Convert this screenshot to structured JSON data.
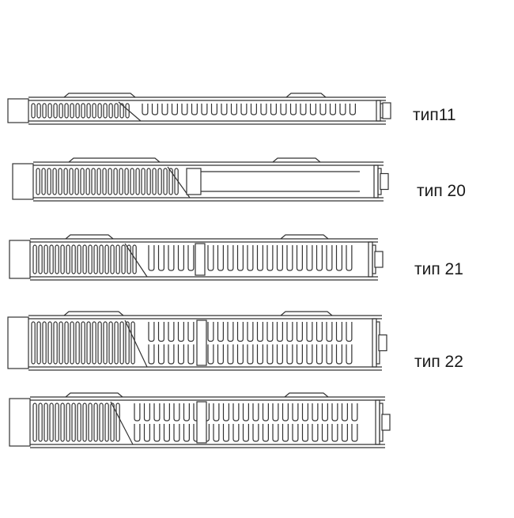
{
  "diagram": {
    "labels": {
      "type11": "тип11",
      "type20": "тип 20",
      "type21": "тип 21",
      "type22": "тип 22"
    },
    "stroke_color": "#333333",
    "fill_color": "#ffffff",
    "icons": [
      "radiator-cross-section"
    ]
  }
}
